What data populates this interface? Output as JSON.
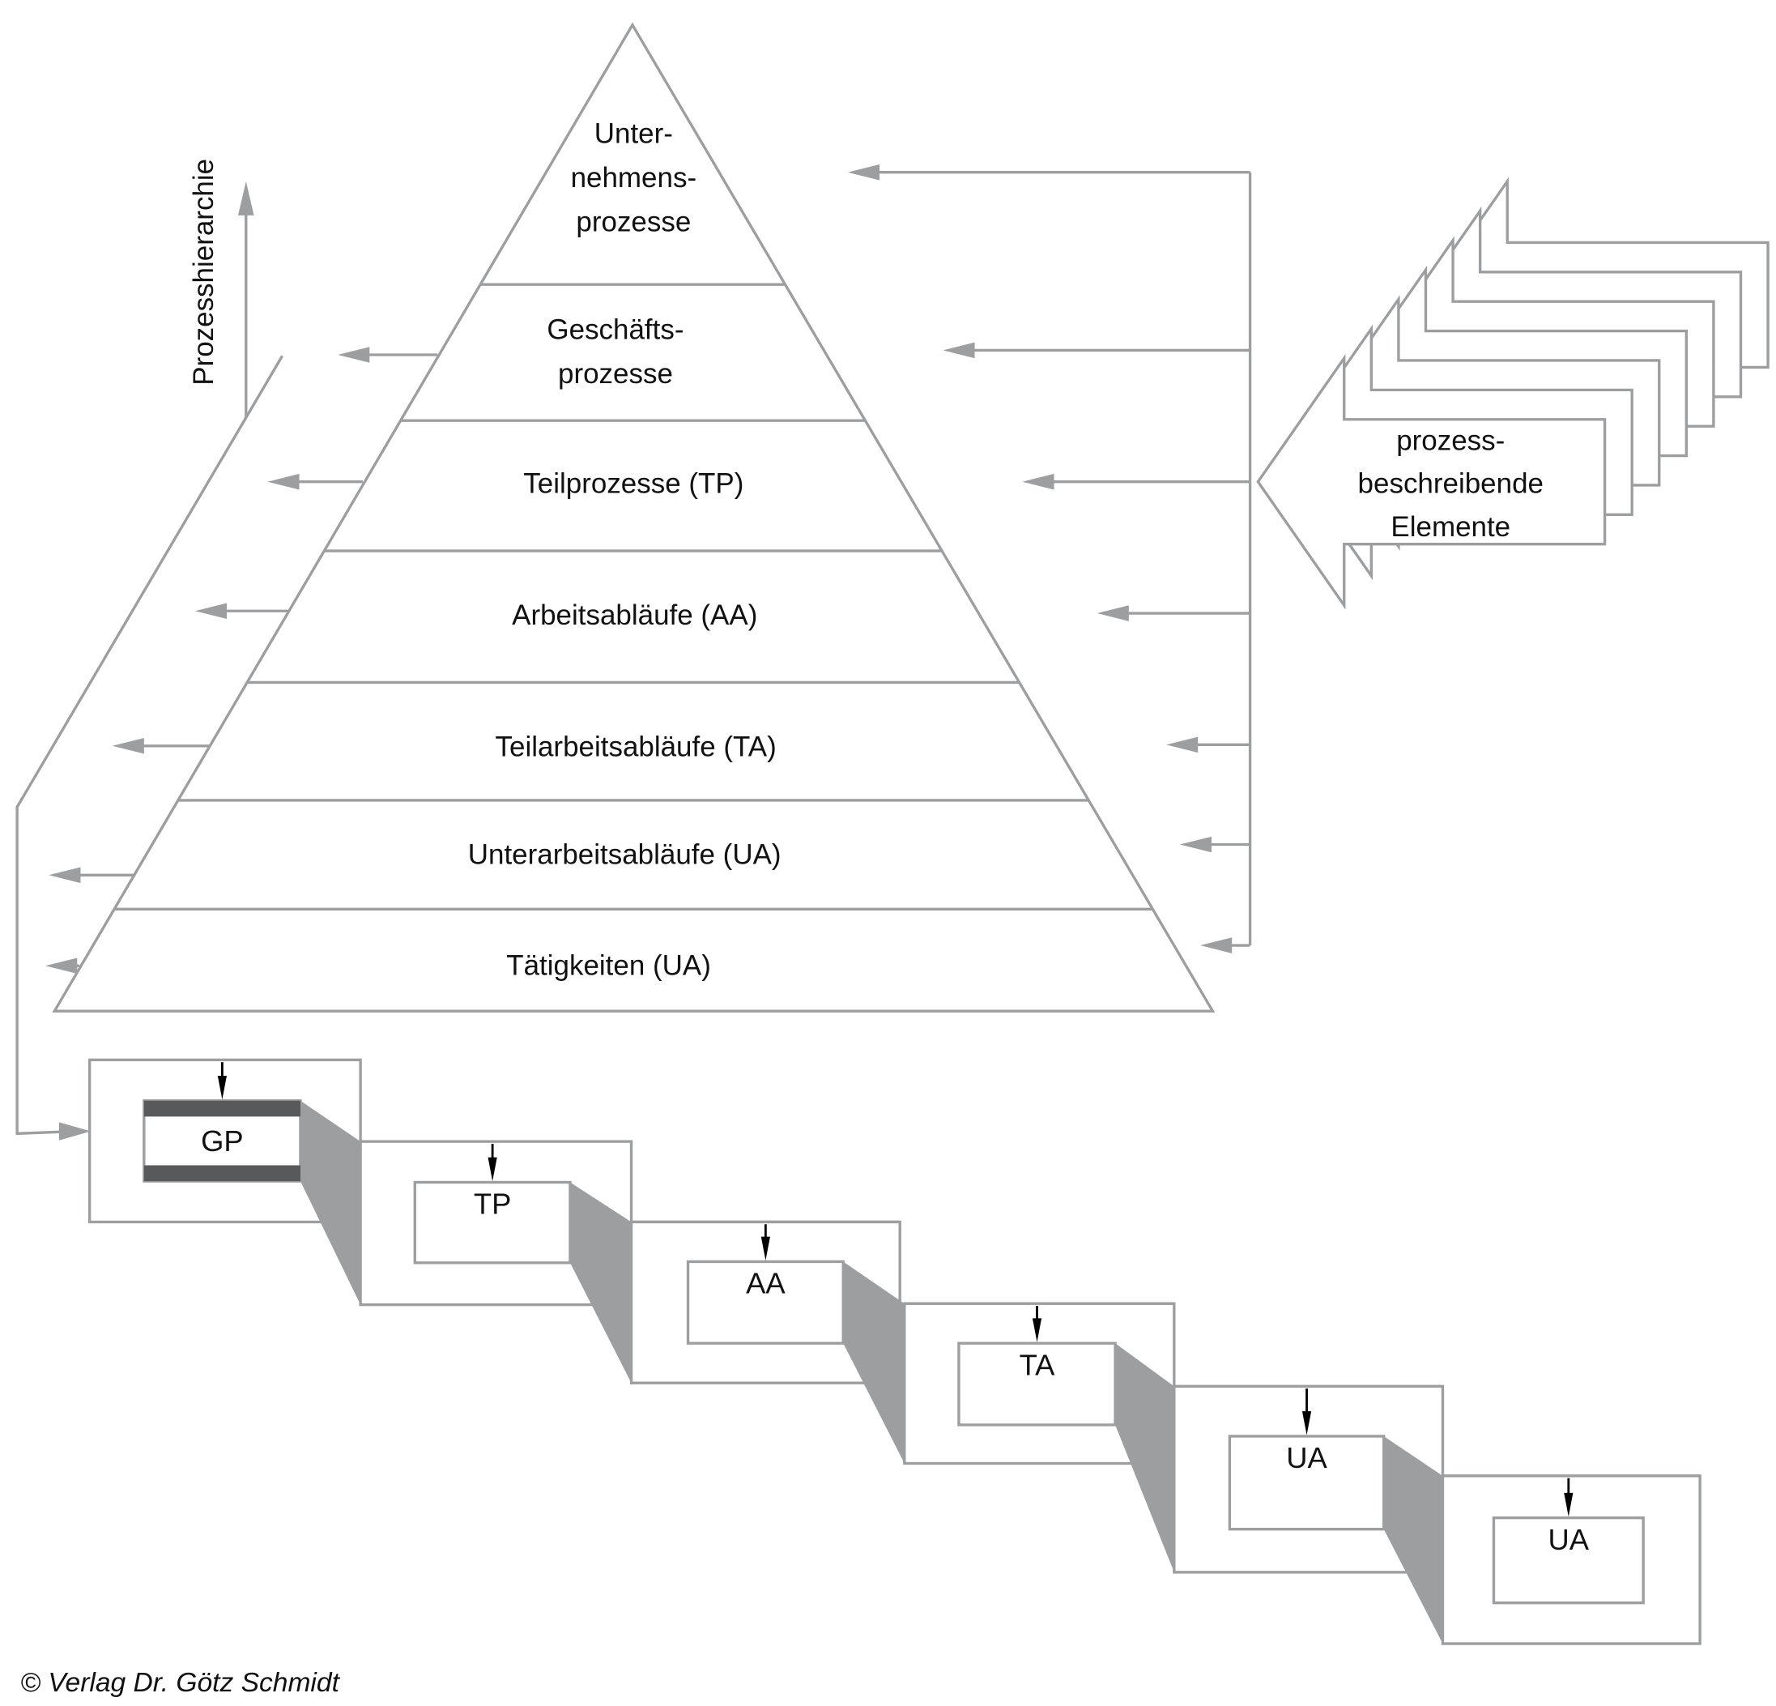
{
  "pyramid": {
    "levels": [
      {
        "lines": [
          "Unter-",
          "nehmens-",
          "prozesse"
        ]
      },
      {
        "lines": [
          "Geschäfts-",
          "prozesse"
        ]
      },
      {
        "lines": [
          "Teilprozesse (TP)"
        ]
      },
      {
        "lines": [
          "Arbeitsabläufe (AA)"
        ]
      },
      {
        "lines": [
          "Teilarbeitsabläufe (TA)"
        ]
      },
      {
        "lines": [
          "Unterarbeitsabläufe (UA)"
        ]
      },
      {
        "lines": [
          "Tätigkeiten (UA)"
        ]
      }
    ]
  },
  "axis": {
    "label": "Prozesshierarchie"
  },
  "elements_arrow": {
    "lines": [
      "prozess-",
      "beschreibende",
      "Elemente"
    ],
    "stack_count": 7
  },
  "process_boxes": [
    {
      "label": "GP",
      "highlighted": true
    },
    {
      "label": "TP",
      "highlighted": false
    },
    {
      "label": "AA",
      "highlighted": false
    },
    {
      "label": "TA",
      "highlighted": false
    },
    {
      "label": "UA",
      "highlighted": false
    },
    {
      "label": "UA",
      "highlighted": false
    }
  ],
  "copyright": "© Verlag Dr. Götz Schmidt",
  "colors": {
    "line": "#9d9ea0",
    "band": "#58595b",
    "text": "#111111"
  }
}
